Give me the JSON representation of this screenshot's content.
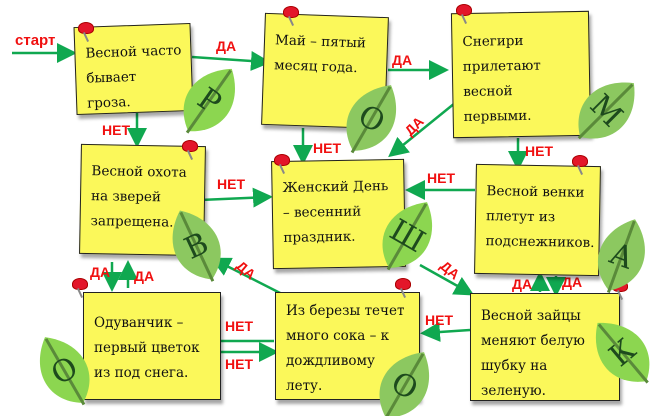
{
  "start_label": "старт",
  "notes": [
    "Весной часто бывает гроза.",
    "Май – пятый месяц года.",
    "Снегири прилетают весной первыми.",
    "Весной охота на зверей запрещена.",
    "Женский День – весенний праздник.",
    "Весной венки плетут из подснежников.",
    "Одуванчик – первый цветок из под снега.",
    "Из березы течет много сока – к дождливому лету.",
    "Весной зайцы меняют белую шубку на зеленую."
  ],
  "letters": [
    "Р",
    "О",
    "М",
    "В",
    "Ш",
    "А",
    "О",
    "О",
    "К"
  ],
  "yes": "ДА",
  "no": "НЕТ",
  "colors": {
    "note": "#fbf85a",
    "arrow": "#10a850",
    "label": "#f01010",
    "leaf": "#8cd650"
  }
}
